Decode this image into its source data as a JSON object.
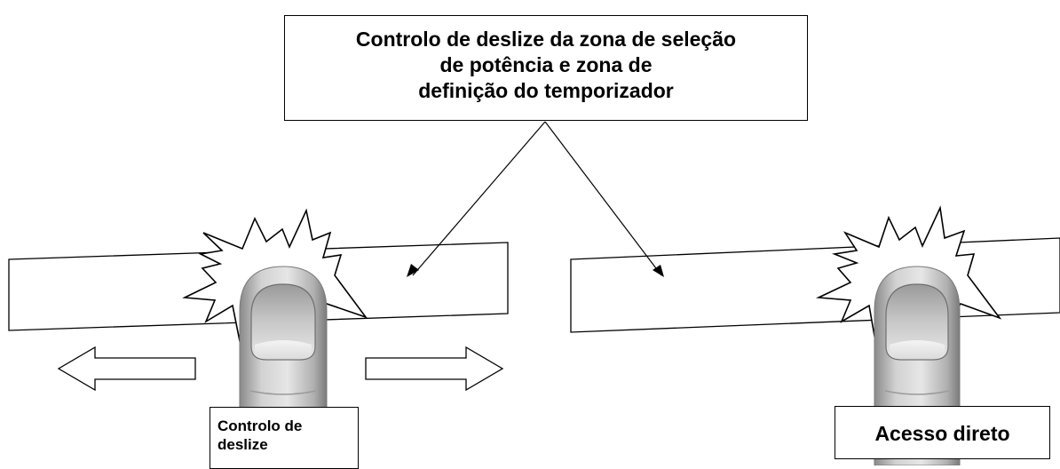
{
  "callout_main": {
    "lines": [
      "Controlo de deslize da zona de seleção",
      "de potência e zona de",
      "definição do temporizador"
    ]
  },
  "callout_slide": {
    "lines": [
      "Controlo de",
      "deslize"
    ]
  },
  "callout_direct": {
    "text": "Acesso direto"
  },
  "colors": {
    "outline": "#000000",
    "finger_light": "#e2e2e2",
    "finger_mid": "#b5b5b5",
    "finger_dark": "#7a7a7a",
    "background": "#ffffff"
  },
  "icons": [
    "touch-burst-icon",
    "finger-icon",
    "left-arrow-icon",
    "right-arrow-icon"
  ]
}
